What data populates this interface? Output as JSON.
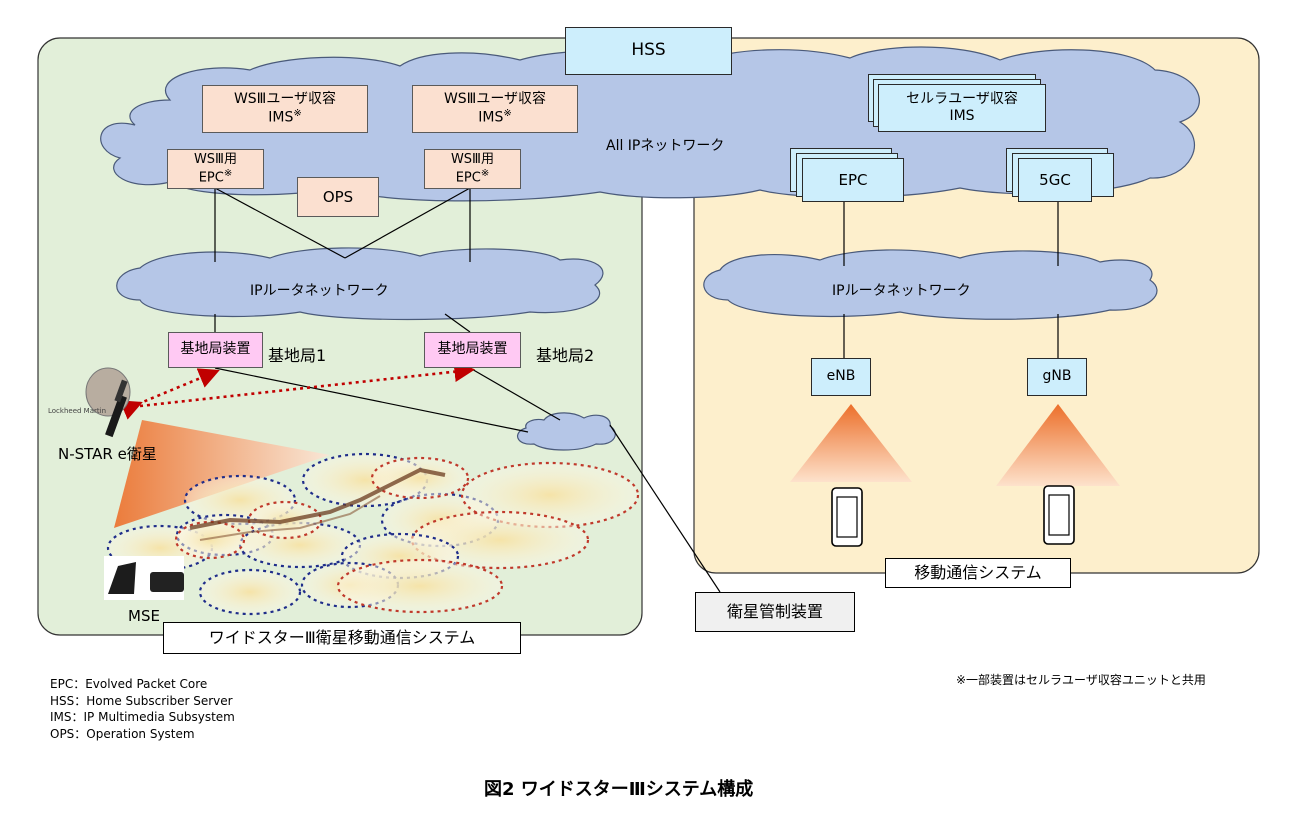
{
  "hss": "HSS",
  "all_ip_network": "All IPネットワーク",
  "wsiii_ims_1": {
    "line1": "WSⅢユーザ収容",
    "line2": "IMS",
    "mark": "※"
  },
  "wsiii_ims_2": {
    "line1": "WSⅢユーザ収容",
    "line2": "IMS",
    "mark": "※"
  },
  "cellular_ims": {
    "line1": "セルラユーザ収容",
    "line2": "IMS"
  },
  "wsiii_epc_1": {
    "line1": "WSⅢ用",
    "line2": "EPC",
    "mark": "※"
  },
  "wsiii_epc_2": {
    "line1": "WSⅢ用",
    "line2": "EPC",
    "mark": "※"
  },
  "ops": "OPS",
  "epc": "EPC",
  "five_gc": "5GC",
  "ip_router_left": "IPルータネットワーク",
  "ip_router_right": "IPルータネットワーク",
  "base_station_device_1": "基地局装置",
  "base_station_device_2": "基地局装置",
  "base_station_1": "基地局1",
  "base_station_2": "基地局2",
  "enb": "eNB",
  "gnb": "gNB",
  "satellite_name": "N-STAR e衛星",
  "satellite_logo": "Lockheed Martin",
  "mse": "MSE",
  "widestar_system": "ワイドスターⅢ衛星移動通信システム",
  "mobile_system": "移動通信システム",
  "satellite_control": "衛星管制装置",
  "legend": [
    "EPC：Evolved Packet Core",
    "HSS：Home Subscriber Server",
    "IMS：IP Multimedia Subsystem",
    "OPS：Operation System"
  ],
  "note": "※一部装置はセルラユーザ収容ユニットと共用",
  "figure_caption": "図2 ワイドスターⅢシステム構成",
  "colors": {
    "widestar_bg": "#e2efd9",
    "mobile_bg": "#fdefcc",
    "cloud": "#b5c6e7",
    "salmon_box": "#fbe0d0",
    "pink_box": "#ffc9f3",
    "cyan_box": "#cdeefc",
    "beam_orange": "#ee7b2e",
    "dotted_red": "#c00000",
    "navy_ring": "#1f2d8a"
  }
}
